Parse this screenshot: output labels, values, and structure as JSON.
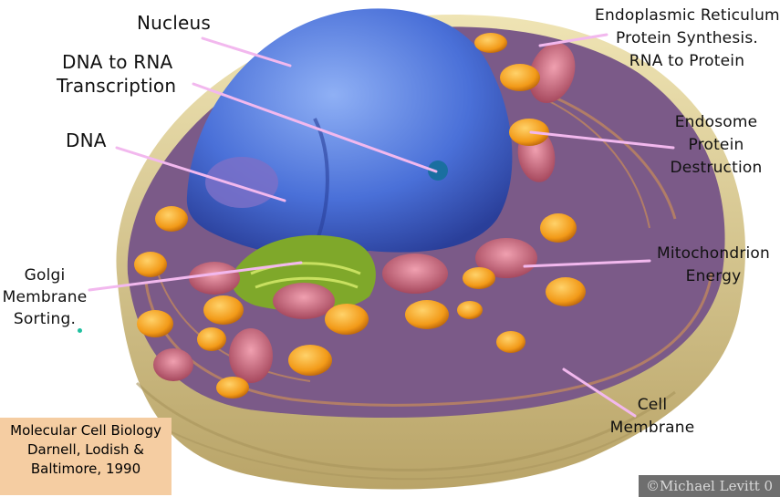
{
  "labels": {
    "nucleus": "Nucleus",
    "dna_to_rna": [
      "DNA to RNA",
      "Transcription"
    ],
    "dna": "DNA",
    "golgi": [
      "Golgi",
      "Membrane",
      "Sorting."
    ],
    "er": [
      "Endoplasmic Reticulum",
      "Protein Synthesis.",
      "RNA to Protein"
    ],
    "endosome": [
      "Endosome",
      "Protein",
      "Destruction"
    ],
    "mitochondrion": [
      "Mitochondrion",
      "Energy"
    ],
    "cell_membrane": [
      "Cell",
      "Membrane"
    ]
  },
  "citation": [
    "Molecular Cell Biology",
    "Darnell, Lodish &",
    "Baltimore, 1990"
  ],
  "copyright": "©Michael Levitt 0",
  "colors": {
    "leader_line": "#f2b8ee",
    "nucleus": "#4a70d8",
    "cytoplasm": "#7b5a88",
    "membrane": "#d9c98a",
    "organelle_orange": "#f29a18",
    "mitochondrion": "#c75a70",
    "golgi": "#7fa82a"
  }
}
